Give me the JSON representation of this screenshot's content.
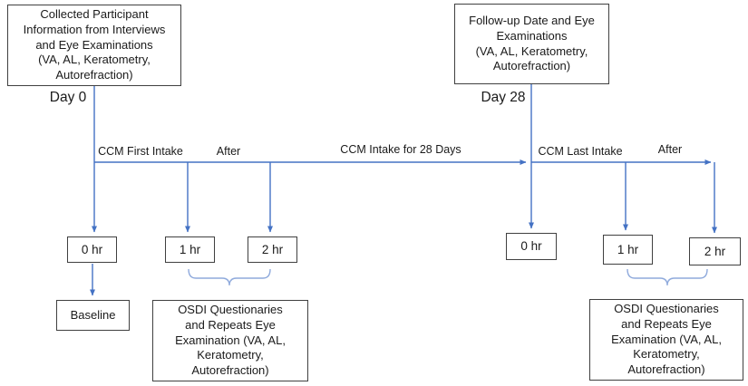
{
  "colors": {
    "arrow": "#4472C4",
    "bracket": "#8FAADC",
    "box_border": "#404040",
    "text": "#1a1a1a",
    "background": "#ffffff"
  },
  "diagram": {
    "top_left_box": "Collected Participant\nInformation from Interviews\nand Eye Examinations\n(VA, AL, Keratometry,\nAutorefraction)",
    "top_right_box": "Follow-up Date and Eye\nExaminations\n(VA, AL, Keratometry,\nAutorefraction)",
    "day0_label": "Day 0",
    "day28_label": "Day 28",
    "timeline": {
      "first_intake": "CCM First Intake",
      "after_left": "After",
      "intake_28_days": "CCM Intake for 28 Days",
      "last_intake": "CCM Last Intake",
      "after_right": "After"
    },
    "left_hours": [
      "0 hr",
      "1 hr",
      "2 hr"
    ],
    "right_hours": [
      "0 hr",
      "1 hr",
      "2 hr"
    ],
    "baseline_box": "Baseline",
    "osdi_left_box": "OSDI Questionaries\nand Repeats Eye\nExamination (VA, AL,\nKeratometry,\nAutorefraction)",
    "osdi_right_box": "OSDI Questionaries\nand Repeats Eye\nExamination (VA, AL,\nKeratometry,\nAutorefraction)"
  }
}
